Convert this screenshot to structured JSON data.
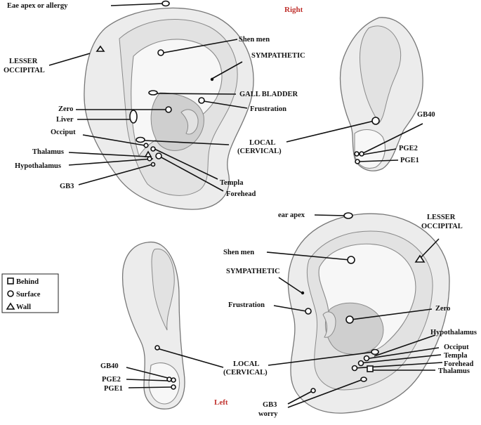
{
  "side_labels": {
    "right": "Right",
    "left": "Left"
  },
  "legend": {
    "items": [
      {
        "symbol": "square",
        "label": "Behind"
      },
      {
        "symbol": "circle",
        "label": "Surface"
      },
      {
        "symbol": "triangle",
        "label": "Wall"
      }
    ]
  },
  "right_front": {
    "eae_apex": "Eae apex or allergy",
    "lesser_occipital_1": "LESSER",
    "lesser_occipital_2": "OCCIPITAL",
    "shen_men": "Shen men",
    "sympathetic": "SYMPATHETIC",
    "gall_bladder": "GALL BLADDER",
    "frustration": "Frustration",
    "zero": "Zero",
    "liver": "Liver",
    "occiput": "Occiput",
    "local_1": "LOCAL",
    "local_2": "(CERVICAL)",
    "thalamus": "Thalamus",
    "hypothalamus": "Hypothalamus",
    "gb3": "GB3",
    "templa": "Templa",
    "forehead": "Forehead"
  },
  "right_back": {
    "gb40": "GB40",
    "pge2": "PGE2",
    "pge1": "PGE1"
  },
  "left_back": {
    "gb40": "GB40",
    "pge2": "PGE2",
    "pge1": "PGE1"
  },
  "left_front": {
    "ear_apex": "ear apex",
    "lesser_occipital_1": "LESSER",
    "lesser_occipital_2": "OCCIPITAL",
    "shen_men": "Shen men",
    "sympathetic": "SYMPATHETIC",
    "frustration": "Frustration",
    "zero": "Zero",
    "hypothalamus": "Hypothalamus",
    "occiput": "Occiput",
    "templa": "Templa",
    "forehead": "Forehead",
    "thalamus": "Thalamus",
    "local_1": "LOCAL",
    "local_2": "(CERVICAL)",
    "gb3": "GB3",
    "worry": "worry"
  }
}
